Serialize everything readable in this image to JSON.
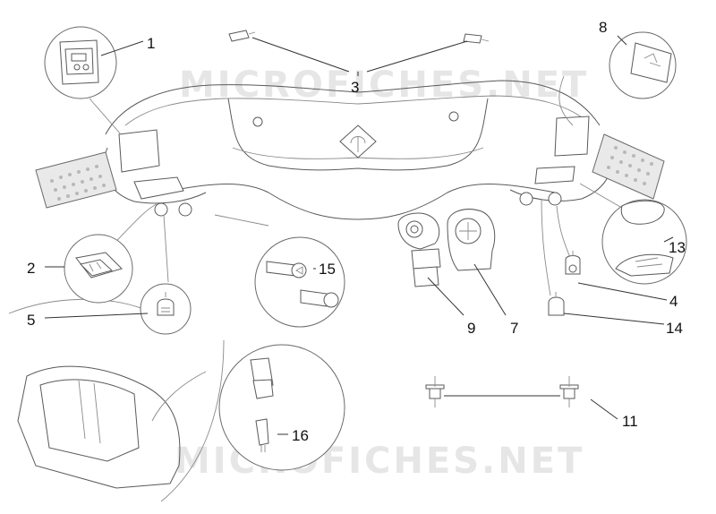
{
  "watermark": {
    "top": "MICROFICHES.NET",
    "bottom": "MICROFICHES.NET"
  },
  "callouts": {
    "c1": "1",
    "c2": "2",
    "c3": "3",
    "c4": "4",
    "c5": "5",
    "c7": "7",
    "c8": "8",
    "c9": "9",
    "c11": "11",
    "c13": "13",
    "c14": "14",
    "c15": "15",
    "c16": "16"
  },
  "colors": {
    "line": "#5a5a5a",
    "watermark": "#e6e6e6",
    "label": "#111111"
  }
}
